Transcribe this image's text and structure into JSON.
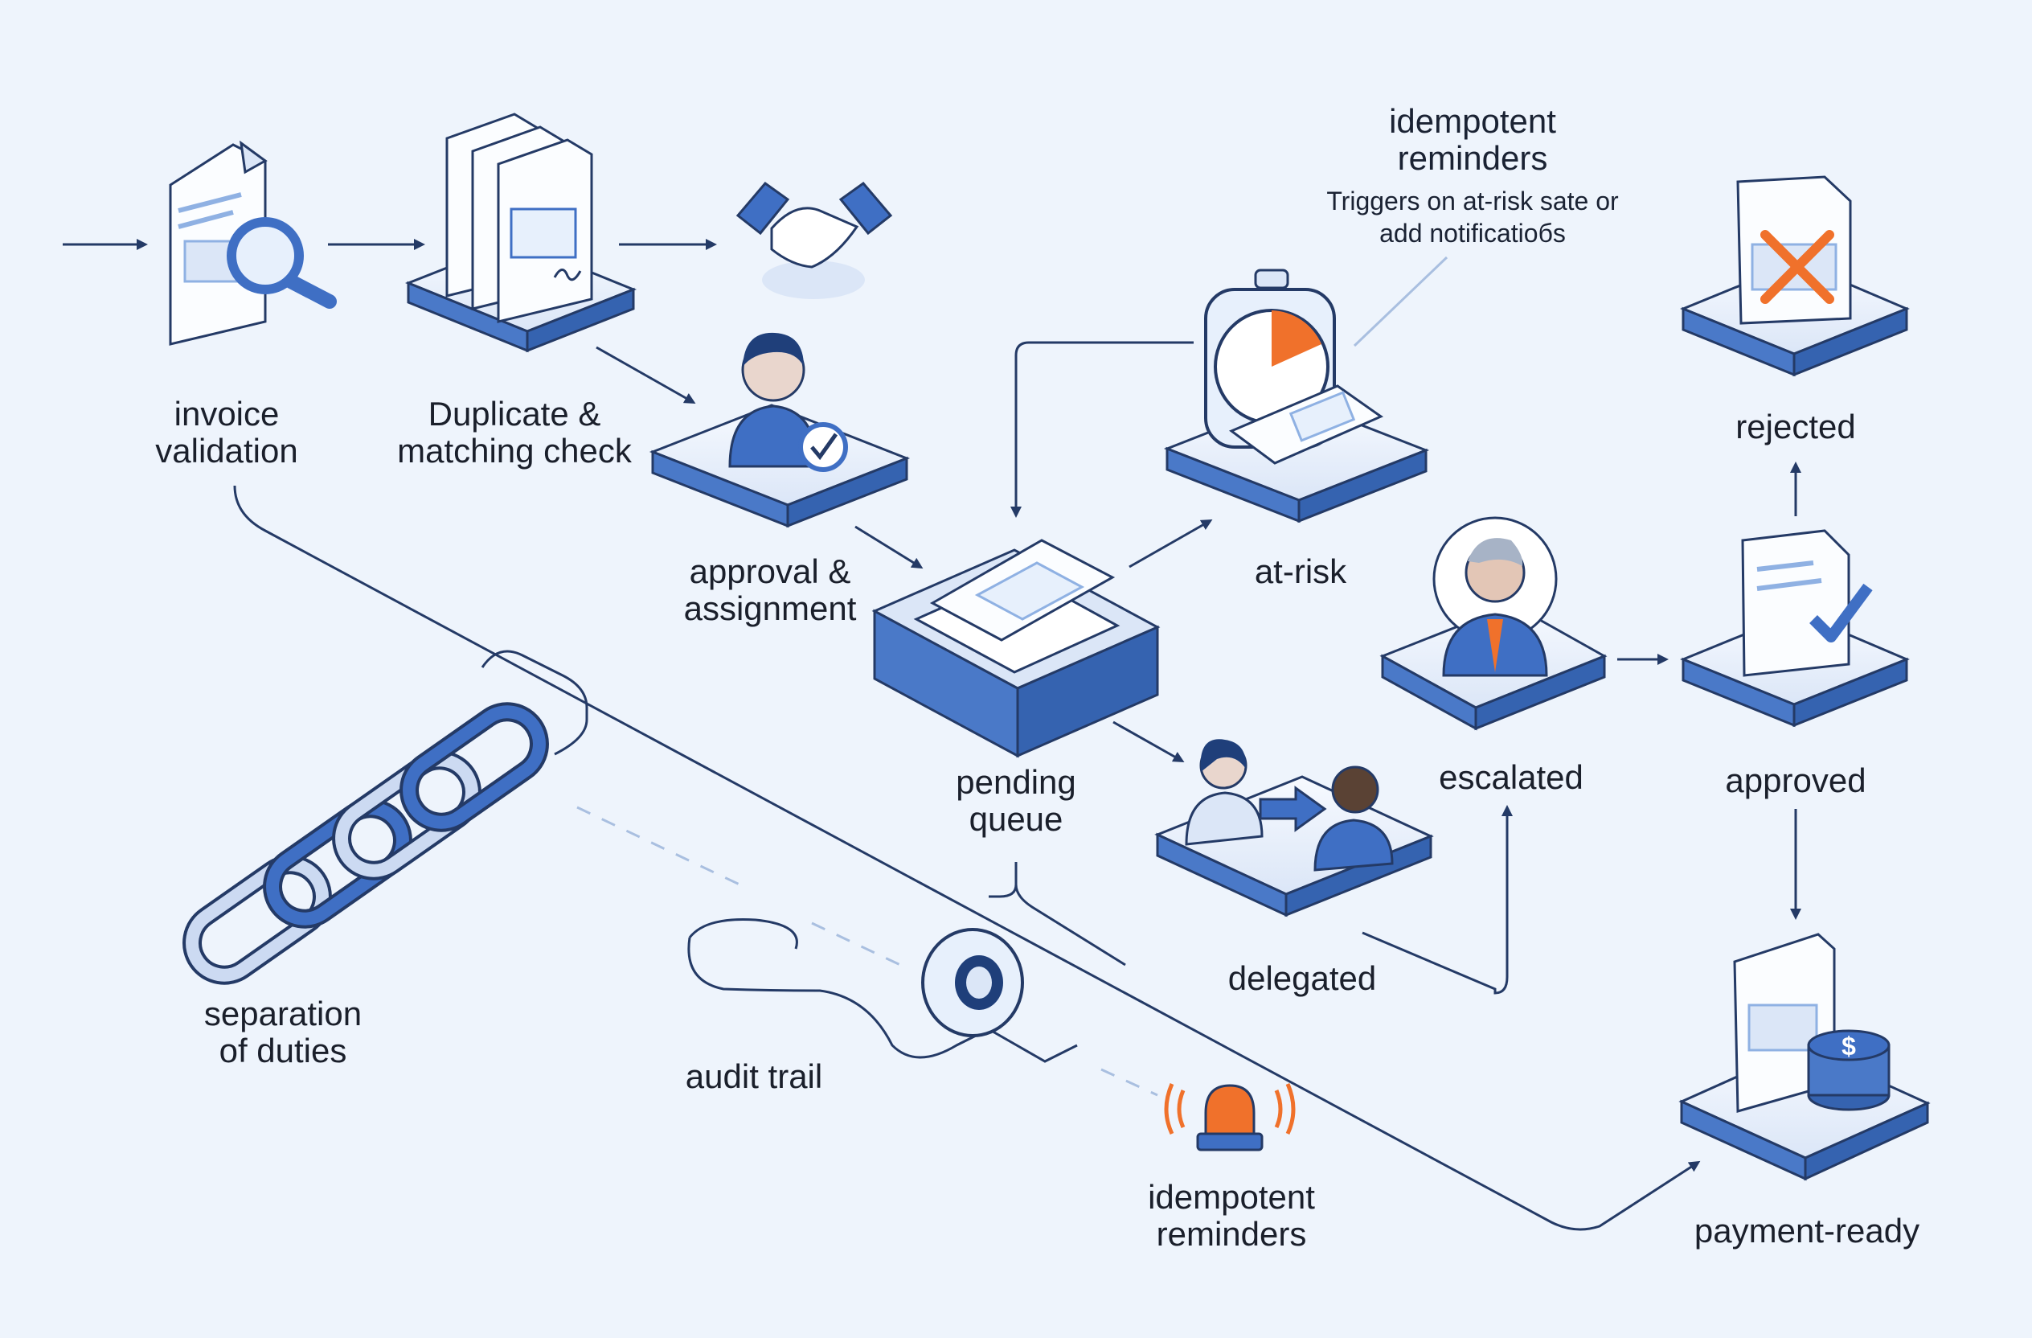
{
  "nodes": {
    "invoice_validation": {
      "line1": "invoice",
      "line2": "validation"
    },
    "duplicate_check": {
      "line1": "Duplicate &",
      "line2": "matching check"
    },
    "approval_assignment": {
      "line1": "approval &",
      "line2": "assignment"
    },
    "pending_queue": {
      "line1": "pending",
      "line2": "queue"
    },
    "at_risk": {
      "label": "at-risk"
    },
    "escalated": {
      "label": "escalated"
    },
    "delegated": {
      "label": "delegated"
    },
    "rejected": {
      "label": "rejected"
    },
    "approved": {
      "label": "approved"
    },
    "payment_ready": {
      "label": "payment-ready"
    },
    "separation_of_duties": {
      "line1": "separation",
      "line2": "of duties"
    },
    "audit_trail": {
      "label": "audit trail"
    },
    "idempotent_reminders_bottom": {
      "line1": "idempotent",
      "line2": "reminders"
    }
  },
  "note": {
    "title_line1": "idempotent",
    "title_line2": "reminders",
    "sub_line1": "Triggers on at-risk sate or",
    "sub_line2": "add notificatiобs"
  },
  "colors": {
    "background": "#eef4fc",
    "primary_blue": "#3f6fc4",
    "dark_blue": "#1f3f7a",
    "light_platform": "#dbe7f8",
    "accent_orange": "#f0712b",
    "line": "#243a66"
  }
}
